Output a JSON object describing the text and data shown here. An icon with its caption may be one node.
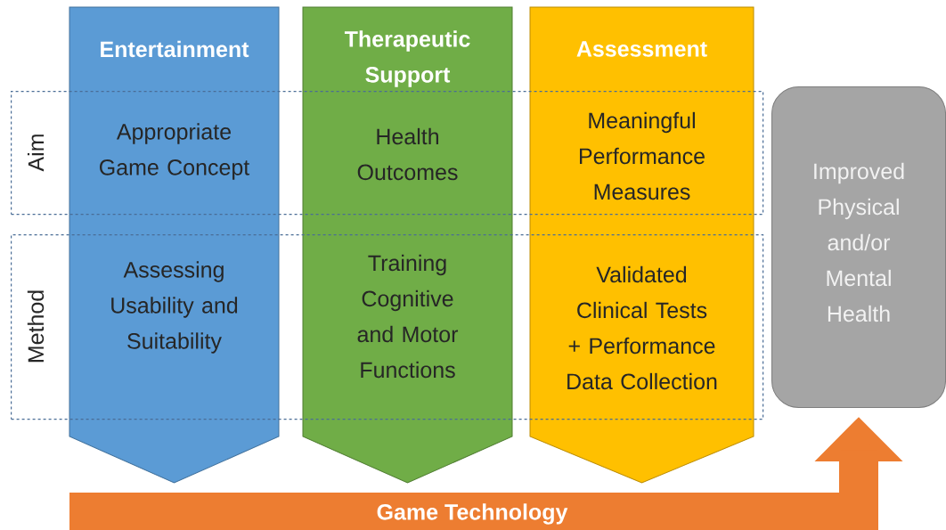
{
  "diagram": {
    "nodes": [
      {
        "text": [
          "Aim"
        ]
      },
      {
        "text": [
          "Method"
        ]
      },
      {
        "text": [
          "Entertainment"
        ]
      },
      {
        "text": [
          "Therapeutic Support"
        ]
      },
      {
        "text": [
          "Assessment"
        ]
      },
      {
        "text": [
          "Improved Physical and/or Mental Health"
        ]
      },
      {
        "text": [
          "Appropriate Game Concept"
        ]
      },
      {
        "text": [
          "Health Outcomes"
        ]
      },
      {
        "text": [
          "Meaningful Performance Measures"
        ]
      },
      {
        "text": [
          "Assessing Usability and Suitability"
        ]
      },
      {
        "text": [
          "Training Cognitive and Motor Functions"
        ]
      },
      {
        "text": [
          "Validated Clinical Tests + Performance Data Collection"
        ]
      }
    ],
    "edges": [
      {
        "from": null,
        "to": 5,
        "arrow": "to",
        "label": "Game Technology",
        "color": "#ed7d31"
      }
    ]
  }
}
